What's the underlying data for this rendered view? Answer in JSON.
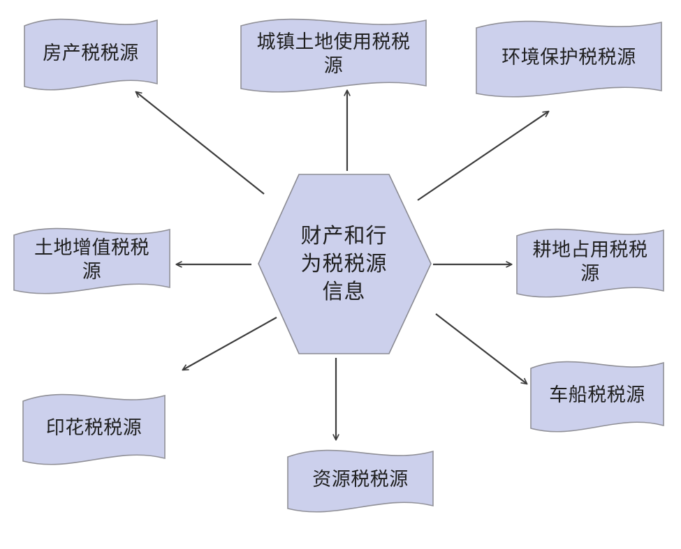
{
  "diagram": {
    "center": {
      "label": "财产和行\n为税税源\n信息"
    },
    "nodes": [
      {
        "id": "property-tax",
        "label": "房产税税源"
      },
      {
        "id": "urban-land-use-tax",
        "label": "城镇土地使用税税\n源"
      },
      {
        "id": "environmental-protection-tax",
        "label": "环境保护税税源"
      },
      {
        "id": "land-value-added-tax",
        "label": "土地增值税税\n源"
      },
      {
        "id": "farmland-occupation-tax",
        "label": "耕地占用税税\n源"
      },
      {
        "id": "stamp-tax",
        "label": "印花税税源"
      },
      {
        "id": "vehicle-vessel-tax",
        "label": "车船税税源"
      },
      {
        "id": "resource-tax",
        "label": "资源税税源"
      }
    ]
  },
  "colors": {
    "node_fill": "#ccd0ec",
    "node_stroke": "#8f8f96",
    "arrow": "#3c3c3c"
  }
}
